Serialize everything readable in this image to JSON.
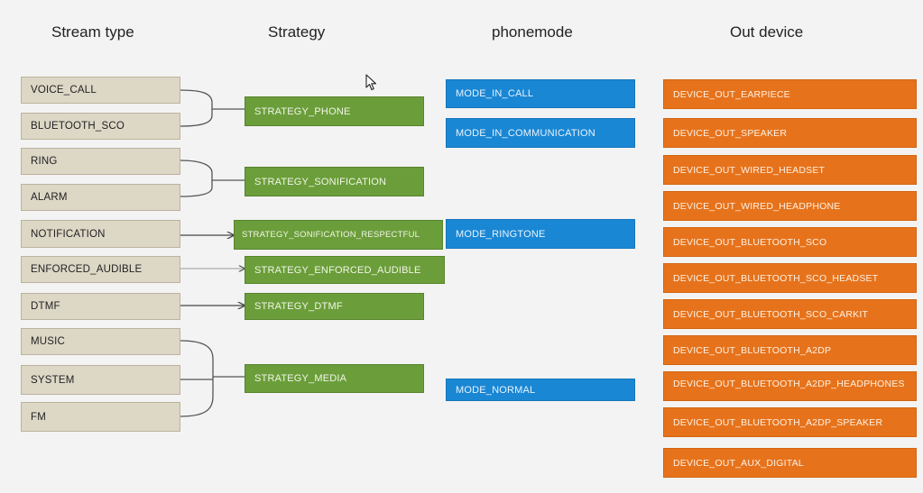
{
  "headers": {
    "stream_type": "Stream type",
    "strategy": "Strategy",
    "phonemode": "phonemode",
    "out_device": "Out device"
  },
  "streams": [
    "VOICE_CALL",
    "BLUETOOTH_SCO",
    "RING",
    "ALARM",
    "NOTIFICATION",
    "ENFORCED_AUDIBLE",
    "DTMF",
    "MUSIC",
    "SYSTEM",
    "FM"
  ],
  "strategies": [
    "STRATEGY_PHONE",
    "STRATEGY_SONIFICATION",
    "STRATEGY_SONIFICATION_RESPECTFUL",
    "STRATEGY_ENFORCED_AUDIBLE",
    "STRATEGY_DTMF",
    "STRATEGY_MEDIA"
  ],
  "modes": [
    "MODE_IN_CALL",
    "MODE_IN_COMMUNICATION",
    "MODE_RINGTONE",
    "MODE_NORMAL"
  ],
  "devices": [
    "DEVICE_OUT_EARPIECE",
    "DEVICE_OUT_SPEAKER",
    "DEVICE_OUT_WIRED_HEADSET",
    "DEVICE_OUT_WIRED_HEADPHONE",
    "DEVICE_OUT_BLUETOOTH_SCO",
    "DEVICE_OUT_BLUETOOTH_SCO_HEADSET",
    "DEVICE_OUT_BLUETOOTH_SCO_CARKIT",
    "DEVICE_OUT_BLUETOOTH_A2DP",
    "DEVICE_OUT_BLUETOOTH_A2DP_HEADPHONES",
    "DEVICE_OUT_BLUETOOTH_A2DP_SPEAKER",
    "DEVICE_OUT_AUX_DIGITAL"
  ],
  "icons": {
    "cursor": "mouse-pointer-icon"
  },
  "colors": {
    "stream": "#ddd7c6",
    "strategy": "#6b9e3a",
    "mode": "#1a87d4",
    "device": "#e6731c"
  }
}
